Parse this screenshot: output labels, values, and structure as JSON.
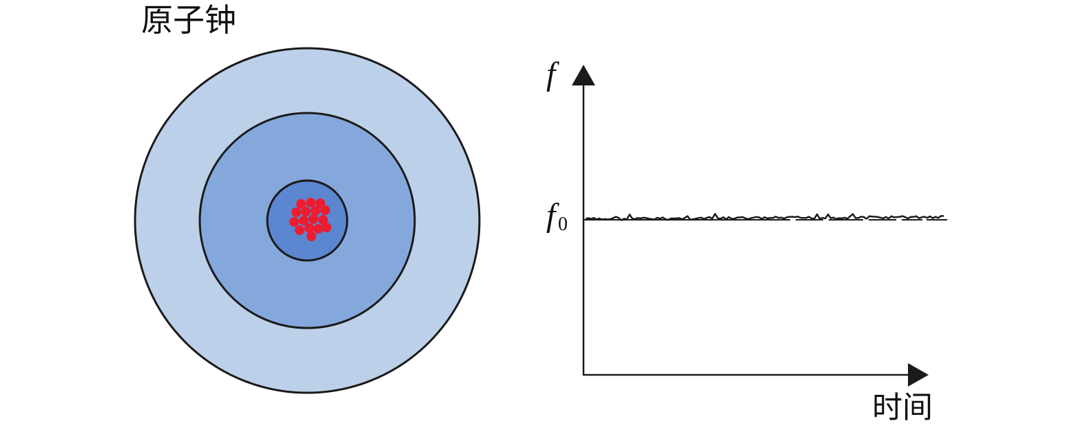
{
  "diagram": {
    "title": "原子钟",
    "colors": {
      "outer_ring": "#bdd0e9",
      "middle_ring": "#85a8dc",
      "inner_core": "#5b86d0",
      "atoms": "#ed1c2e",
      "stroke": "#1a1a1a"
    },
    "plot": {
      "y_axis_label": "f",
      "reference_label": "f",
      "reference_subscript": "0",
      "x_axis_label": "时间"
    }
  }
}
